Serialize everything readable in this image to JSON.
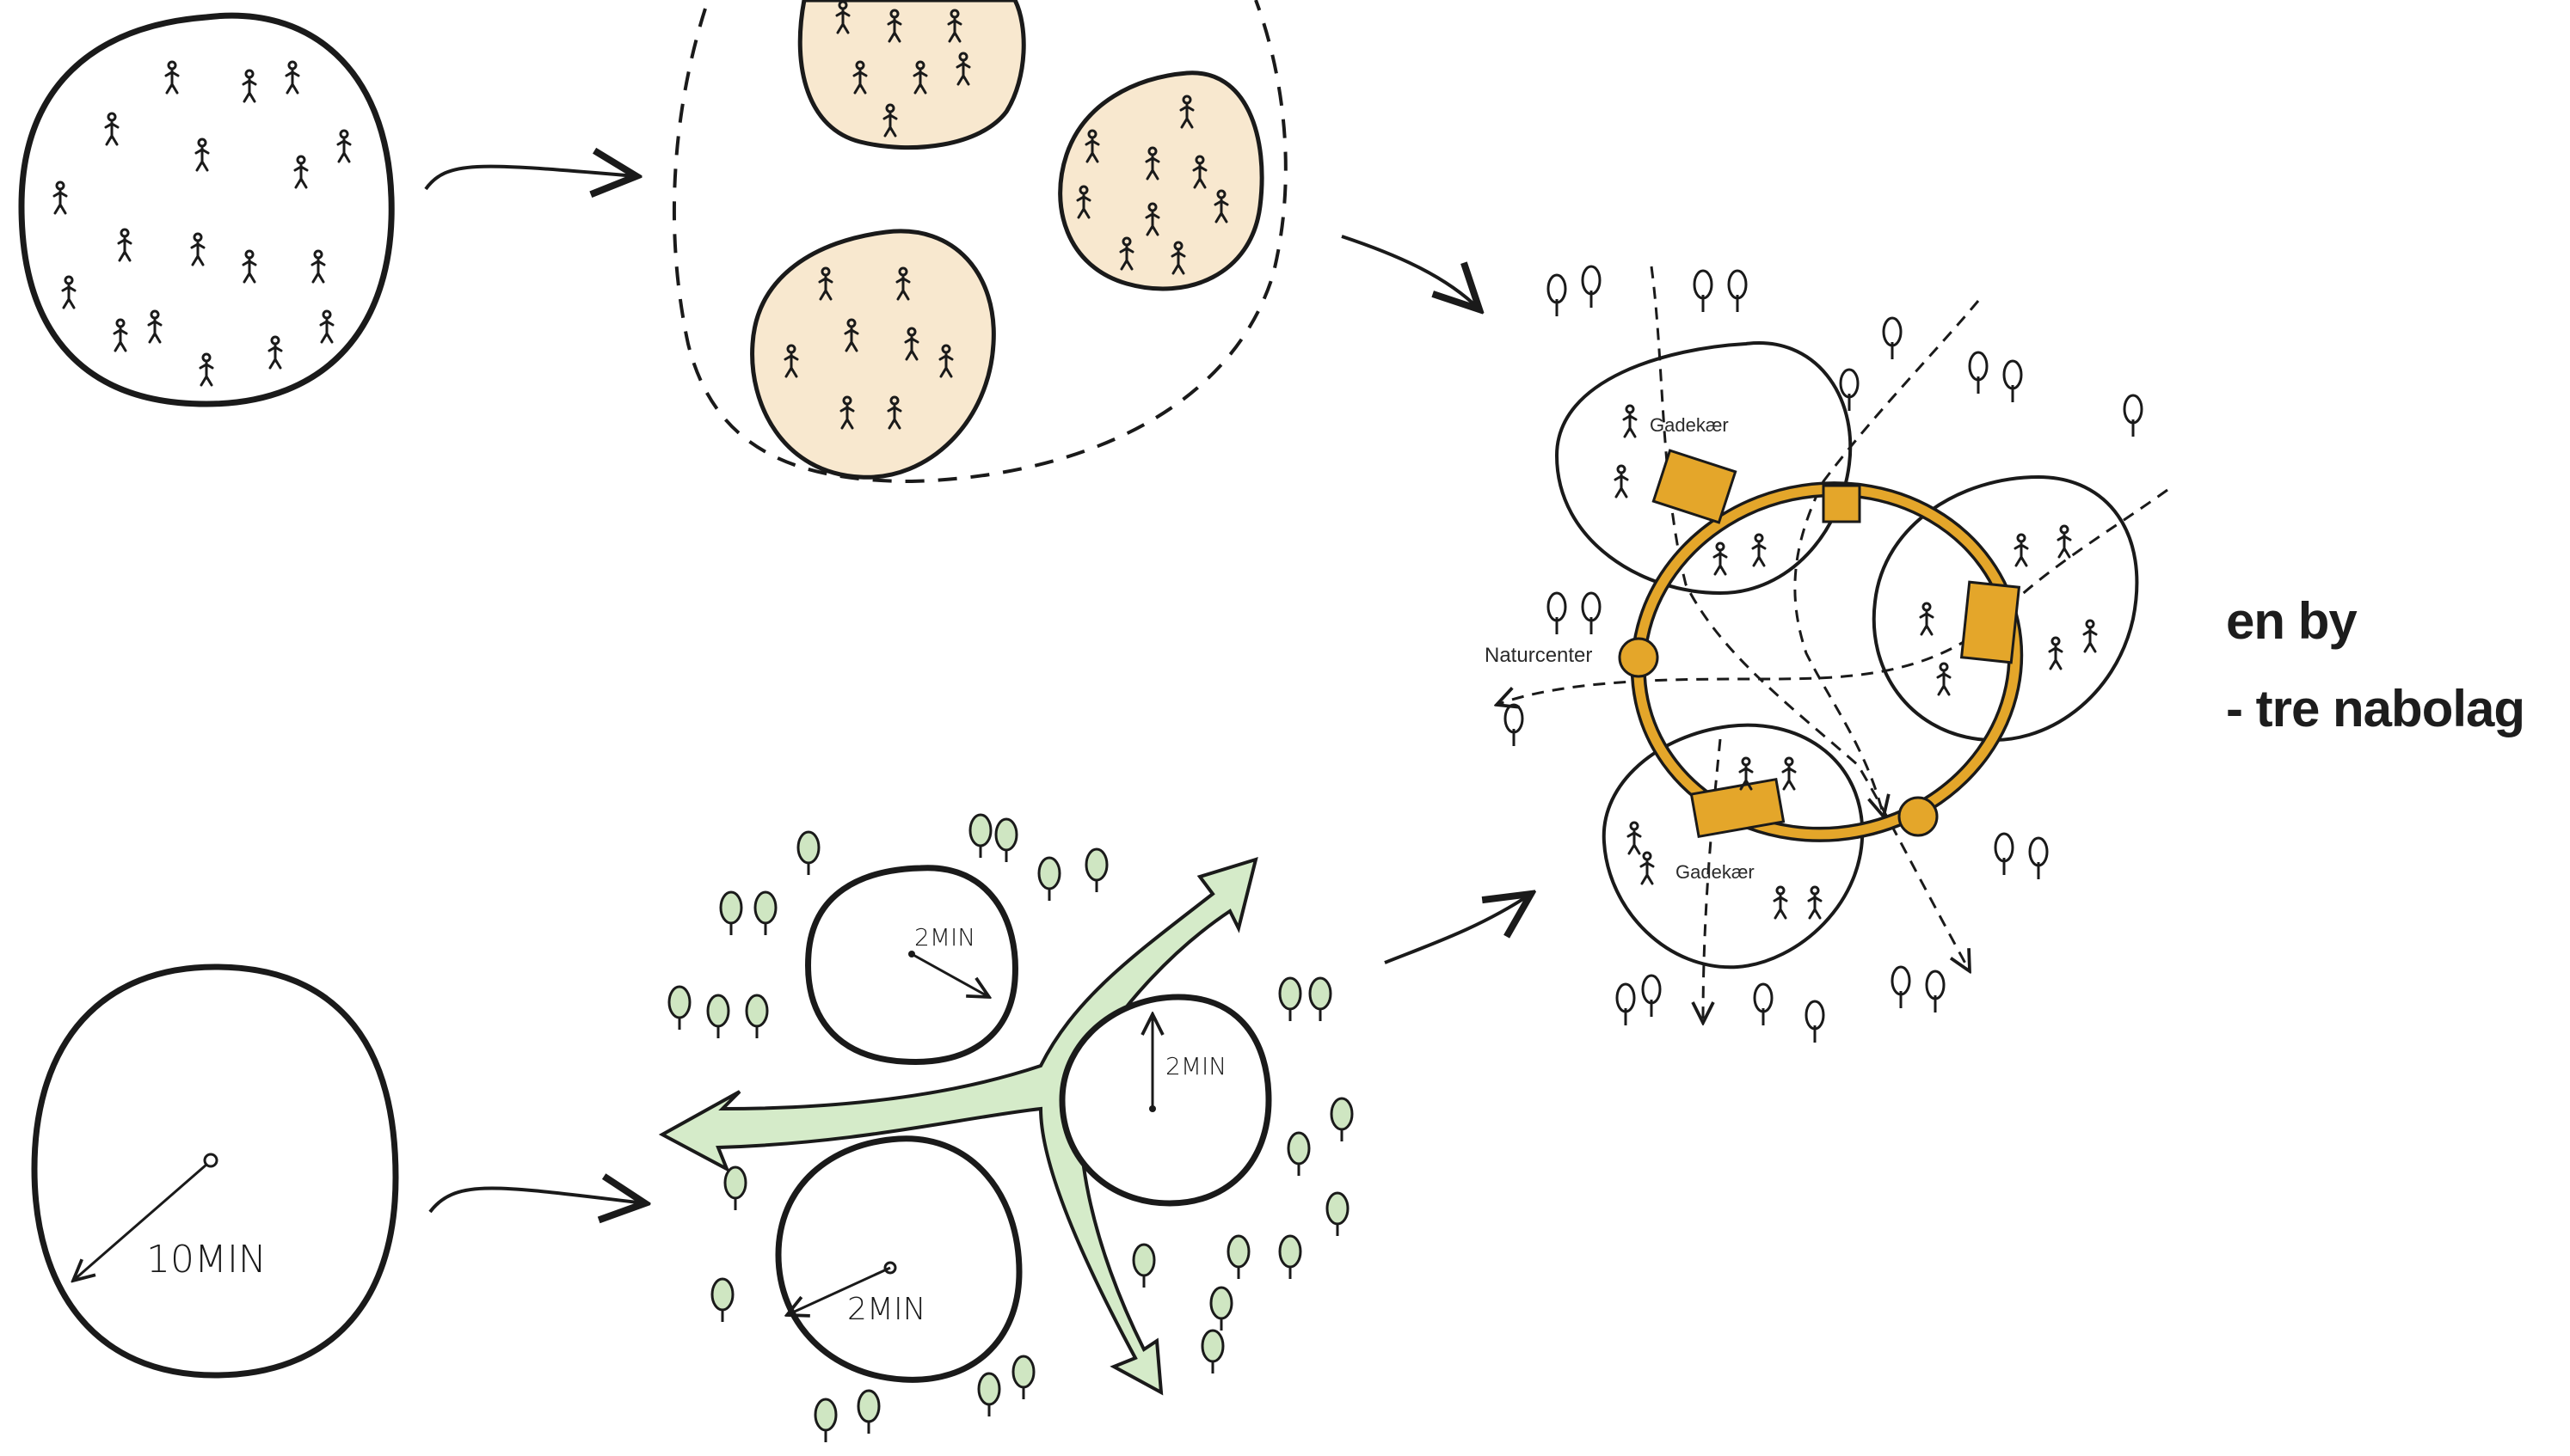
{
  "labels": {
    "ten_min": "10MIN",
    "two_min": "2MIN",
    "gadekaer": "Gadekær",
    "naturcenter": "Naturcenter"
  },
  "title": {
    "line1": "en by",
    "line2": "- tre nabolag"
  },
  "colors": {
    "neighbourhood_fill": "#f8e8cf",
    "green_path_fill": "#d5ebc9",
    "ring_road": "#e4a62a",
    "ink": "#1a1a1a"
  },
  "icons": {
    "people": "people-figure-icon",
    "tree": "tree-icon",
    "arrow": "arrow-icon"
  }
}
